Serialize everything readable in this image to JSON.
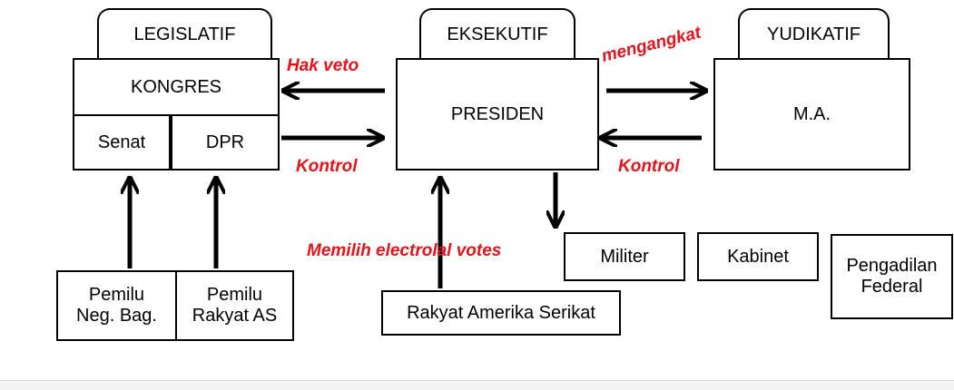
{
  "legislatif": {
    "tab": "LEGISLATIF",
    "main": "KONGRES",
    "left": "Senat",
    "right": "DPR"
  },
  "eksekutif": {
    "tab": "EKSEKUTIF",
    "main": "PRESIDEN"
  },
  "yudikatif": {
    "tab": "YUDIKATIF",
    "main": "M.A."
  },
  "voters": {
    "senat": [
      "Pemilu",
      "Neg. Bag."
    ],
    "dpr": [
      "Pemilu",
      "Rakyat AS"
    ],
    "presiden": "Rakyat Amerika Serikat"
  },
  "subordinates": {
    "militer": "Militer",
    "kabinet": "Kabinet",
    "pengadilan": [
      "Pengadilan",
      "Federal"
    ]
  },
  "labels": {
    "hak_veto": "Hak veto",
    "kontrol_left": "Kontrol",
    "mengangkat": "mengangkat",
    "kontrol_right": "Kontrol",
    "memilih": "Memilih electrolal votes"
  },
  "colors": {
    "accent_text": "#e3121b",
    "line": "#000000"
  }
}
